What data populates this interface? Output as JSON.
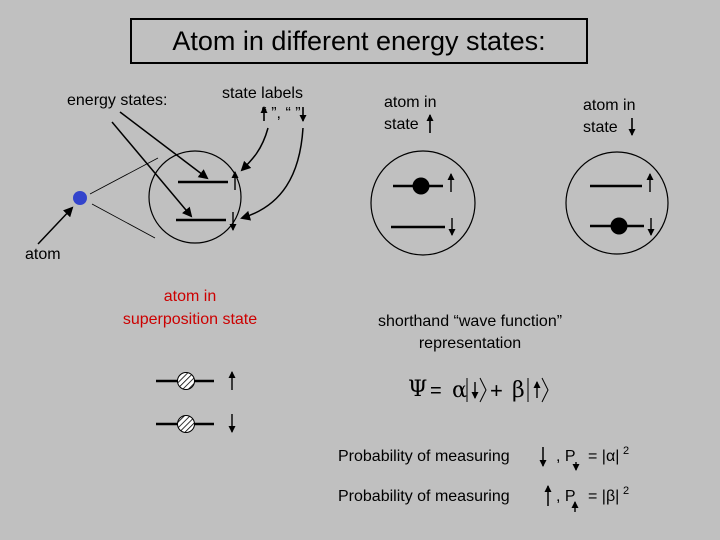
{
  "title": "Atom in different energy states:",
  "labels": {
    "energy_states": "energy states:",
    "state_labels_line1": "state labels",
    "state_labels_line2": "“ ”, “ ”",
    "atom": "atom",
    "atom_in_up_line1": "atom in",
    "atom_in_up_line2": "state",
    "atom_in_down_line1": "atom in",
    "atom_in_down_line2": "state",
    "superposition_line1": "atom in",
    "superposition_line2": "superposition state",
    "shorthand_line1": "shorthand “wave function”",
    "shorthand_line2": "representation"
  },
  "equation": {
    "psi": "Ψ",
    "equals": "=",
    "alpha": "α",
    "plus": "+",
    "beta": "β"
  },
  "probabilities": [
    {
      "text": "Probability of measuring",
      "sep": ", P",
      "rest": "= |α|",
      "exp": "2"
    },
    {
      "text": "Probability of measuring",
      "sep": ", P",
      "rest": "= |β|",
      "exp": "2"
    }
  ],
  "colors": {
    "background": "#c0c0c0",
    "atom_dot": "#3344cc",
    "red_text": "#cc0000",
    "lines": "#000000"
  }
}
